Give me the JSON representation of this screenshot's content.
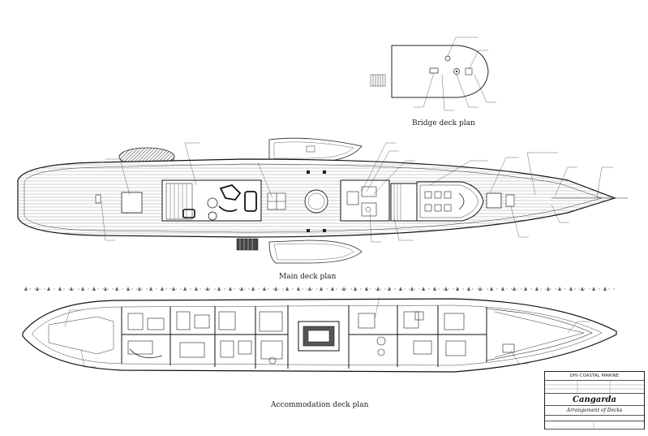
{
  "diagram": {
    "captions": {
      "bridge": "Bridge deck plan",
      "main": "Main deck plan",
      "accommodation": "Accommodation deck plan"
    },
    "title_block": {
      "firm": "DHI-COASTAL MARINE",
      "vessel_name": "Cangarda",
      "drawing_title": "Arrangement of Decks"
    }
  }
}
